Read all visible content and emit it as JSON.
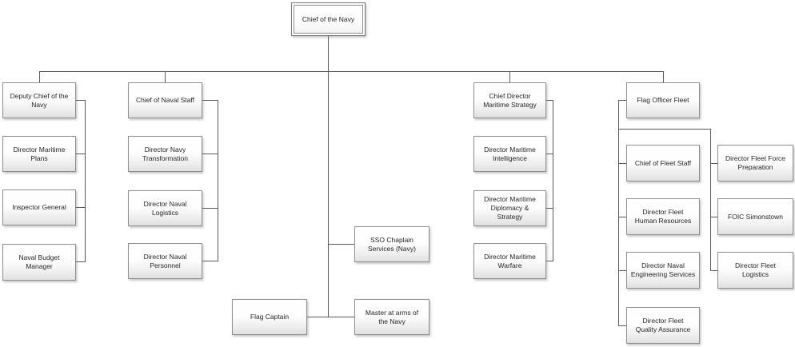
{
  "diagram_type": "org-chart",
  "org": {
    "root": {
      "label": "Chief of the Navy",
      "selected": true
    },
    "reports": [
      {
        "label": "Deputy Chief of the\nNavy",
        "children": [
          {
            "label": "Director Maritime\nPlans"
          },
          {
            "label": "Inspector General"
          },
          {
            "label": "Naval Budget\nManager"
          }
        ]
      },
      {
        "label": "Chief of Naval Staff",
        "children": [
          {
            "label": "Director Navy\nTransformation"
          },
          {
            "label": "Director Naval\nLogistics"
          },
          {
            "label": "Director Naval\nPersonnel"
          }
        ]
      },
      {
        "label": "SSO Chaplain\nServices (Navy)",
        "children": []
      },
      {
        "label": "Flag Captain",
        "children": []
      },
      {
        "label": "Master at arms of\nthe Navy",
        "children": []
      },
      {
        "label": "Chief Director\nMaritime Strategy",
        "children": [
          {
            "label": "Director Maritime\nIntelligence"
          },
          {
            "label": "Director Maritime\nDiplomacy &\nStrategy"
          },
          {
            "label": "Director Maritime\nWarfare"
          }
        ]
      },
      {
        "label": "Flag Officer Fleet",
        "children": [
          {
            "label": "Chief of Fleet Staff"
          },
          {
            "label": "Director Fleet\nHuman Resources"
          },
          {
            "label": "Director Naval\nEngineering Services"
          },
          {
            "label": "Director Fleet\nQuality Assurance"
          },
          {
            "label": "Director Fleet Force\nPreparation"
          },
          {
            "label": "FOIC Simonstown"
          },
          {
            "label": "Director Fleet\nLogistics"
          }
        ]
      }
    ]
  },
  "colors": {
    "background": "#ffffff",
    "connector": "#5a5a5a",
    "node_border": "#8f8f8f",
    "node_fill_top": "#ffffff",
    "node_fill_bottom": "#e0e0e0",
    "text": "#262626"
  }
}
